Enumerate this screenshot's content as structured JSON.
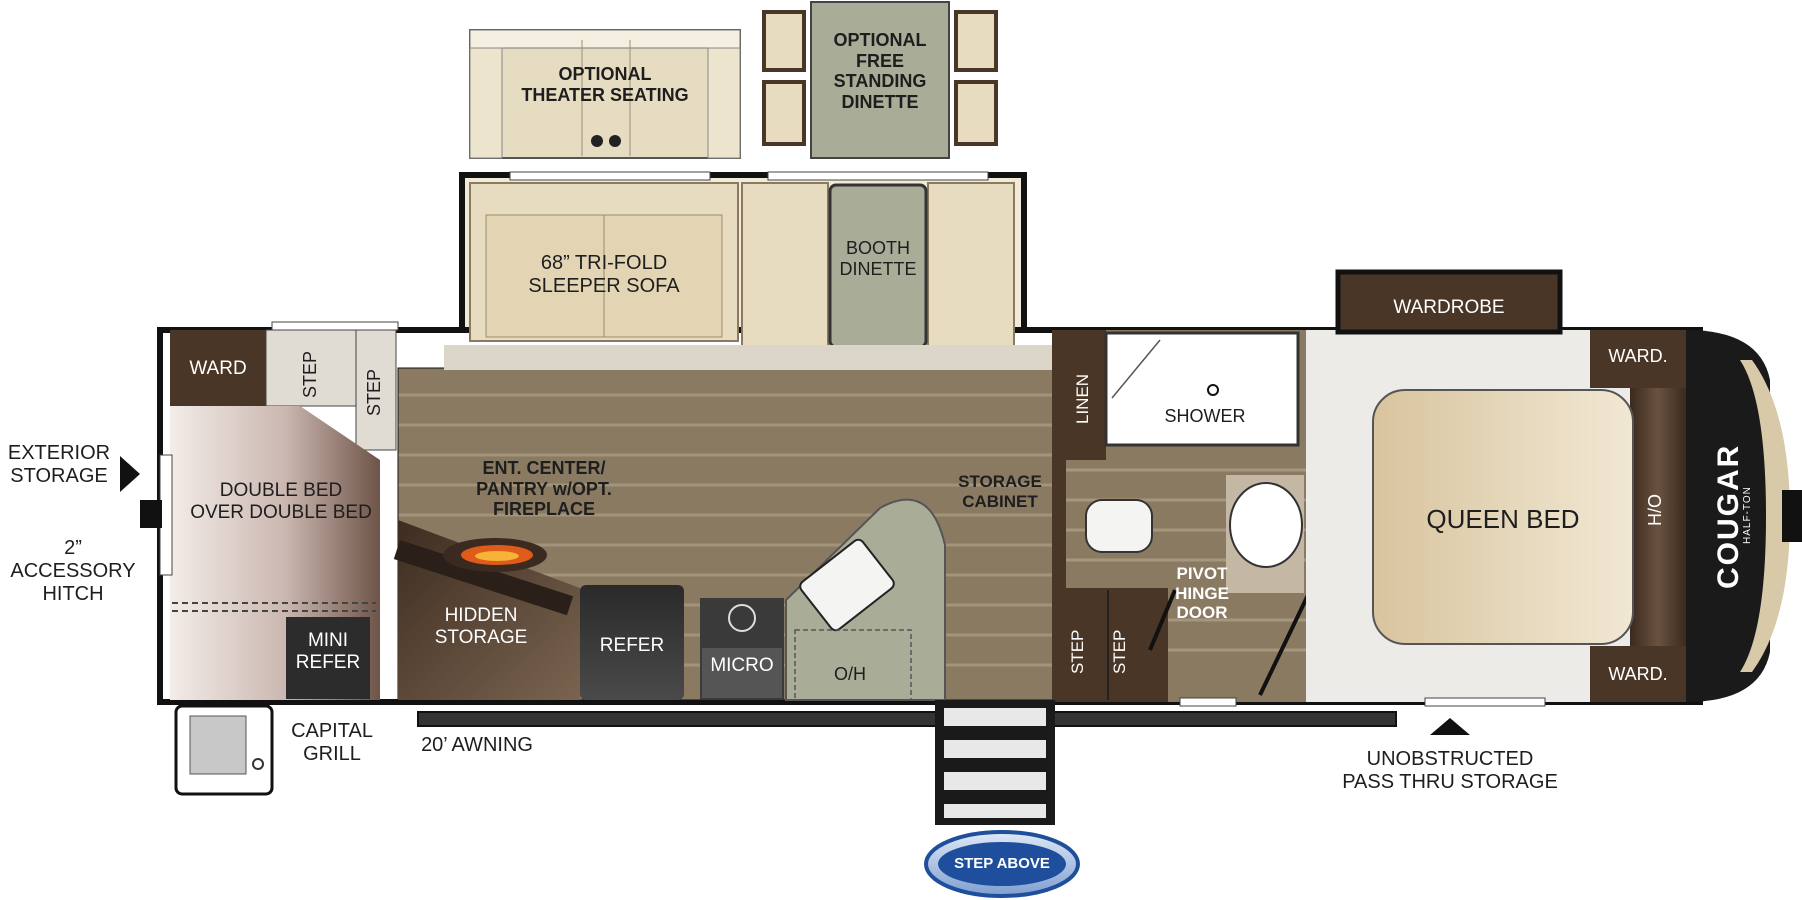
{
  "labels": {
    "theater_seating": "OPTIONAL\nTHEATER SEATING",
    "free_standing_dinette": "OPTIONAL\nFREE\nSTANDING\nDINETTE",
    "sleeper_sofa": "68” TRI-FOLD\nSLEEPER SOFA",
    "booth_dinette": "BOOTH\nDINETTE",
    "wardrobe": "WARDROBE",
    "ward_front_left": "WARD",
    "step_1": "STEP",
    "step_2": "STEP",
    "exterior_storage": "EXTERIOR\nSTORAGE",
    "accessory_hitch": "2” ACCESSORY\nHITCH",
    "double_bed": "DOUBLE BED\nOVER DOUBLE BED",
    "mini_refer": "MINI\nREFER",
    "capital_grill": "CAPITAL\nGRILL",
    "awning": "20’ AWNING",
    "ent_center": "ENT. CENTER/\nPANTRY w/OPT.\nFIREPLACE",
    "hidden_storage": "HIDDEN\nSTORAGE",
    "refer": "REFER",
    "micro": "MICRO",
    "oh": "O/H",
    "storage_cabinet": "STORAGE\nCABINET",
    "linen": "LINEN",
    "shower": "SHOWER",
    "pivot_hinge_door": "PIVOT\nHINGE\nDOOR",
    "step_3": "STEP",
    "step_4": "STEP",
    "queen_bed": "QUEEN BED",
    "ward_top_right": "WARD.",
    "ward_bottom_right": "WARD.",
    "ho": "H/O",
    "pass_thru": "UNOBSTRUCTED\nPASS THRU STORAGE",
    "brand": "COUGAR",
    "brand_sub": "HALF-TON",
    "badge": "STEP ABOVE"
  },
  "colors": {
    "floor_wood": "#8a7a62",
    "dark_cabinet": "#4a3626",
    "sofa_beige": "#e8dcc0",
    "dinette_green": "#a9ad98",
    "queen_bed": "#e6d7b7",
    "wall": "#1a1a1a",
    "badge_blue": "#1f4f9c"
  }
}
